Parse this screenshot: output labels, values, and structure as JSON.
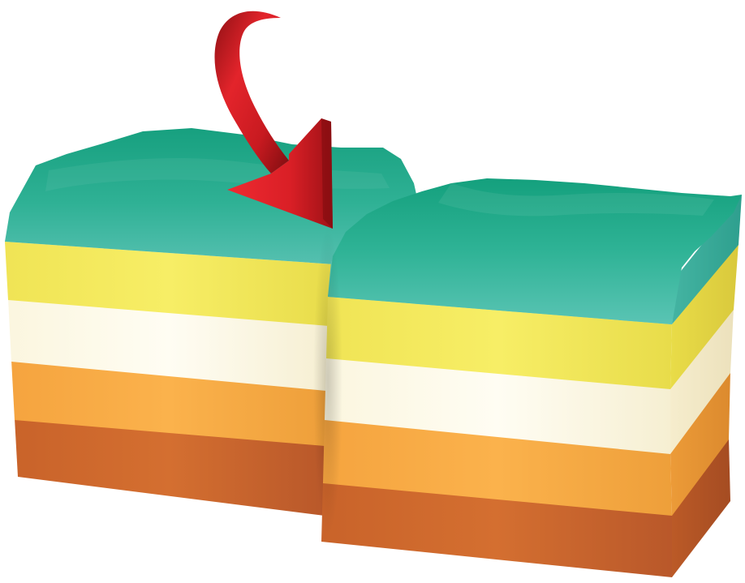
{
  "diagram": {
    "type": "fault-block-diagram",
    "blocks": [
      {
        "id": "left-block",
        "role": "upthrown-block"
      },
      {
        "id": "right-block",
        "role": "downthrown-block"
      }
    ],
    "layers_top_to_bottom": [
      {
        "id": "surface",
        "color": "#1ea884"
      },
      {
        "id": "layer-teal",
        "color": "#55c0b0"
      },
      {
        "id": "layer-yellow",
        "color": "#f3ea5b"
      },
      {
        "id": "layer-cream",
        "color": "#fffbe8"
      },
      {
        "id": "layer-light-orange",
        "color": "#f8ad47"
      },
      {
        "id": "layer-dark-orange",
        "color": "#cf6a2c"
      }
    ],
    "arrow": {
      "color": "#e3242b",
      "direction": "down-toward-fault"
    }
  }
}
